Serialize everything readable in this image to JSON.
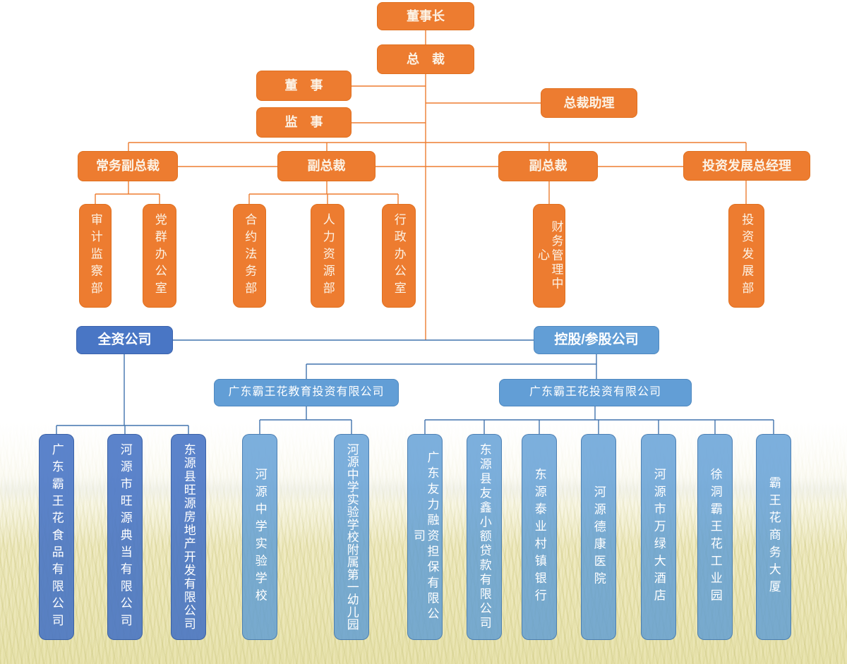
{
  "org": {
    "nodes": {
      "chairman": "董事长",
      "president": "总　裁",
      "director": "董　事",
      "supervisor": "监　事",
      "assistant": "总裁助理"
    },
    "executives": [
      "常务副总裁",
      "副总裁",
      "副总裁",
      "投资发展总经理"
    ],
    "departments": [
      "审计监察部",
      "党群办公室",
      "合约法务部",
      "人力资源部",
      "行政办公室",
      "财务管理中心",
      "投资发展部"
    ],
    "groups": {
      "wholly_owned": "全资公司",
      "holding": "控股/参股公司"
    },
    "holding_companies": [
      "广东霸王花教育投资有限公司",
      "广东霸王花投资有限公司"
    ],
    "wholly_owned_companies": [
      "广东霸王花食品有限公司",
      "河源市旺源典当有限公司",
      "东源县旺源房地产开发有限公司"
    ],
    "education_subsidiaries": [
      "河源中学实验学校",
      "河源中学实验学校附属第一幼儿园"
    ],
    "investment_subsidiaries": [
      "广东友力融资担保有限公司",
      "东源县友鑫小额贷款有限公司",
      "东源泰业村镇银行",
      "河源德康医院",
      "河源市万绿大酒店",
      "徐洞霸王花工业园",
      "霸王花商务大厦"
    ],
    "colors": {
      "orange": "#ED7D31",
      "dark_blue": "#4472C4",
      "light_blue": "#5B9BD5",
      "connector_orange": "#ED7D31",
      "connector_blue": "#4173AD",
      "text_on_orange": "#FCF3E6",
      "text_on_blue": "#FFFFFF"
    }
  }
}
